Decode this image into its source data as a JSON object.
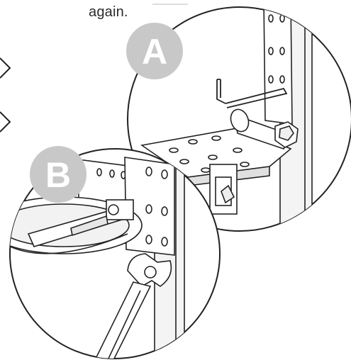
{
  "caption": {
    "text": "again."
  },
  "callouts": [
    {
      "label": "A"
    },
    {
      "label": "B"
    }
  ],
  "colors": {
    "line": "#222222",
    "badge_fill": "#c8c8c8",
    "panel_gray": "#e9e9e9",
    "white": "#ffffff"
  },
  "icons": [
    "hex-key-icon",
    "wrench-icon",
    "bracket-icon",
    "bolt-icon"
  ]
}
